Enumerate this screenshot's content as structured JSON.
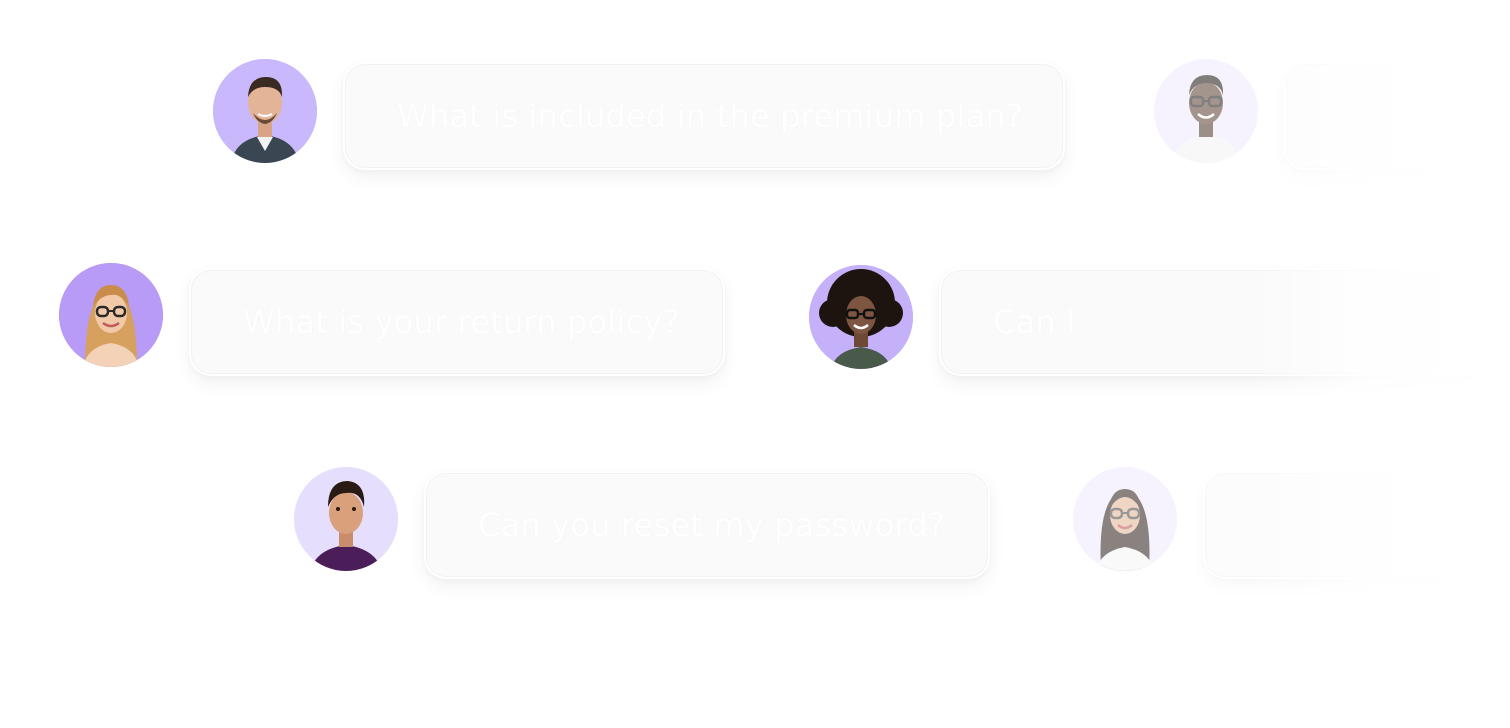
{
  "conversations": [
    {
      "question": "What is included in the premium plan?",
      "avatar_bg": "#c9b8fb",
      "avatar_icon": "man-short-hair-suit-avatar"
    },
    {
      "question": "",
      "avatar_bg": "#efeafe",
      "avatar_icon": "man-glasses-avatar"
    },
    {
      "question": "What is your return policy?",
      "avatar_bg": "#b79bf7",
      "avatar_icon": "woman-blonde-glasses-avatar"
    },
    {
      "question": "Can I ",
      "avatar_bg": "#c5b1fa",
      "avatar_icon": "woman-curly-hair-glasses-avatar"
    },
    {
      "question": "Can you reset my password?",
      "avatar_bg": "#e6defd",
      "avatar_icon": "man-smiling-avatar"
    },
    {
      "question": "",
      "avatar_bg": "#efeafe",
      "avatar_icon": "woman-long-hair-glasses-avatar"
    }
  ]
}
